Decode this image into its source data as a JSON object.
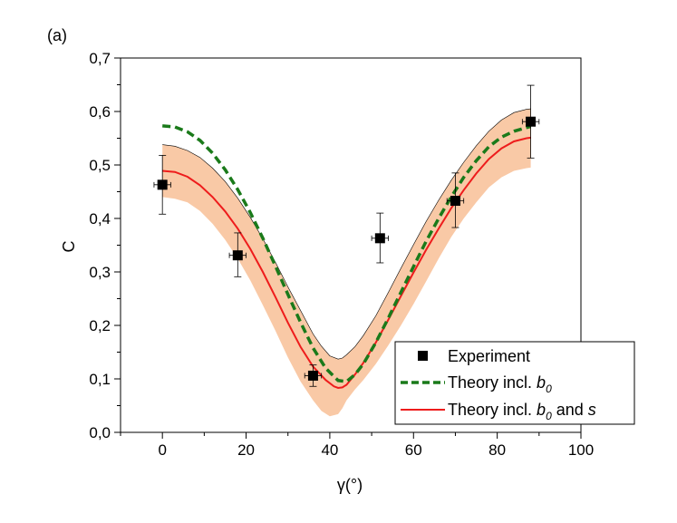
{
  "panel_label": "(a)",
  "chart_data": {
    "type": "scatter",
    "xlabel": "γ(°)",
    "ylabel": "C",
    "xlim": [
      -10,
      100
    ],
    "ylim": [
      0.0,
      0.7
    ],
    "xticks": [
      0,
      20,
      40,
      60,
      80,
      100
    ],
    "yticks": [
      0.0,
      0.1,
      0.2,
      0.3,
      0.4,
      0.5,
      0.6,
      0.7
    ],
    "xtick_labels": [
      "0",
      "20",
      "40",
      "60",
      "80",
      "100"
    ],
    "ytick_labels": [
      "0,0",
      "0,1",
      "0,2",
      "0,3",
      "0,4",
      "0,5",
      "0,6",
      "0,7"
    ],
    "grid": false,
    "legend_position": "bottom-right",
    "experiment": {
      "name": "Experiment",
      "marker": "filled-square",
      "color": "#000000",
      "points": [
        {
          "x": 0,
          "y": 0.463,
          "yerr_low": 0.408,
          "yerr_high": 0.518,
          "xerr": 2
        },
        {
          "x": 18,
          "y": 0.331,
          "yerr_low": 0.291,
          "yerr_high": 0.373,
          "xerr": 2
        },
        {
          "x": 36,
          "y": 0.106,
          "yerr_low": 0.086,
          "yerr_high": 0.126,
          "xerr": 2
        },
        {
          "x": 52,
          "y": 0.363,
          "yerr_low": 0.317,
          "yerr_high": 0.41,
          "xerr": 2
        },
        {
          "x": 70,
          "y": 0.433,
          "yerr_low": 0.383,
          "yerr_high": 0.485,
          "xerr": 2
        },
        {
          "x": 88,
          "y": 0.581,
          "yerr_low": 0.513,
          "yerr_high": 0.649,
          "xerr": 2
        }
      ]
    },
    "theory_b0": {
      "name_parts": [
        "Theory incl. ",
        "b",
        "0"
      ],
      "color": "#1a7a1a",
      "style": "dashed",
      "x": [
        0,
        3,
        6,
        9,
        12,
        15,
        18,
        21,
        24,
        27,
        30,
        33,
        36,
        39,
        42,
        44,
        46,
        48,
        51,
        54,
        57,
        60,
        63,
        66,
        69,
        72,
        75,
        78,
        81,
        84,
        87,
        88
      ],
      "y": [
        0.573,
        0.571,
        0.562,
        0.546,
        0.522,
        0.491,
        0.454,
        0.411,
        0.363,
        0.311,
        0.258,
        0.206,
        0.158,
        0.12,
        0.097,
        0.095,
        0.108,
        0.128,
        0.168,
        0.214,
        0.262,
        0.31,
        0.357,
        0.4,
        0.44,
        0.477,
        0.508,
        0.534,
        0.552,
        0.563,
        0.57,
        0.572
      ]
    },
    "theory_b0_s": {
      "name_parts": [
        "Theory incl. ",
        "b",
        "0",
        " and ",
        "s"
      ],
      "color": "#ee1c1c",
      "style": "solid",
      "x": [
        0,
        3,
        6,
        9,
        12,
        15,
        18,
        21,
        24,
        27,
        30,
        33,
        36,
        39,
        41,
        42,
        43,
        44,
        46,
        48,
        51,
        54,
        57,
        60,
        63,
        66,
        69,
        72,
        75,
        78,
        81,
        84,
        87,
        88
      ],
      "y": [
        0.489,
        0.487,
        0.478,
        0.462,
        0.44,
        0.413,
        0.381,
        0.343,
        0.3,
        0.253,
        0.205,
        0.16,
        0.123,
        0.098,
        0.086,
        0.083,
        0.084,
        0.089,
        0.108,
        0.13,
        0.168,
        0.211,
        0.255,
        0.299,
        0.341,
        0.381,
        0.419,
        0.453,
        0.484,
        0.511,
        0.531,
        0.544,
        0.55,
        0.551
      ]
    },
    "uncertainty_band": {
      "color": "#f9c9a6",
      "x": [
        0,
        3,
        6,
        9,
        12,
        15,
        18,
        21,
        24,
        27,
        30,
        33,
        36,
        38,
        40,
        42,
        43,
        44,
        46,
        48,
        51,
        54,
        57,
        60,
        63,
        66,
        69,
        72,
        75,
        78,
        81,
        84,
        87,
        88
      ],
      "upper": [
        0.538,
        0.535,
        0.527,
        0.514,
        0.494,
        0.469,
        0.438,
        0.402,
        0.362,
        0.318,
        0.272,
        0.228,
        0.184,
        0.161,
        0.143,
        0.137,
        0.139,
        0.145,
        0.16,
        0.181,
        0.218,
        0.262,
        0.307,
        0.351,
        0.394,
        0.434,
        0.471,
        0.505,
        0.536,
        0.563,
        0.584,
        0.598,
        0.604,
        0.605
      ],
      "lower": [
        0.44,
        0.437,
        0.43,
        0.414,
        0.39,
        0.36,
        0.325,
        0.284,
        0.238,
        0.19,
        0.14,
        0.095,
        0.06,
        0.04,
        0.03,
        0.034,
        0.045,
        0.06,
        0.08,
        0.098,
        0.128,
        0.163,
        0.2,
        0.24,
        0.282,
        0.325,
        0.365,
        0.4,
        0.43,
        0.458,
        0.477,
        0.489,
        0.494,
        0.495
      ]
    }
  }
}
